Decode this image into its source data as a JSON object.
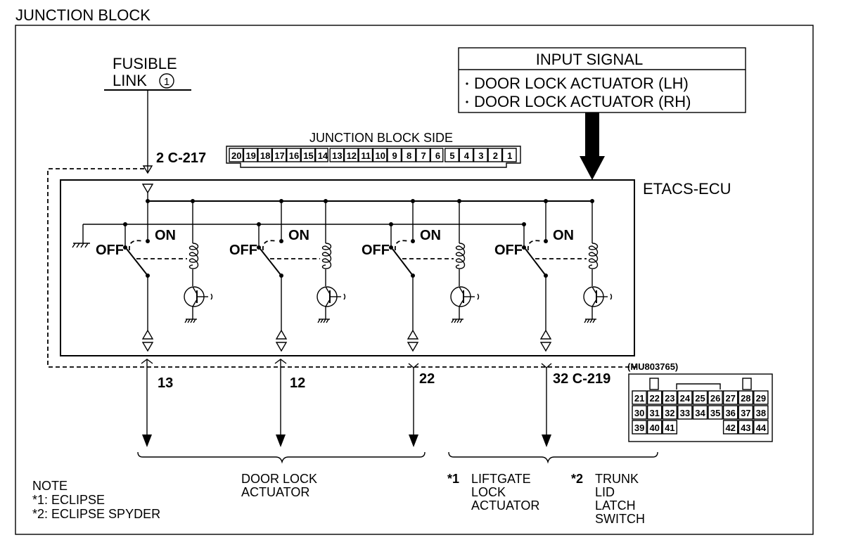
{
  "title": "JUNCTION BLOCK",
  "fusible_link": {
    "line1": "FUSIBLE",
    "line2": "LINK",
    "number": "1"
  },
  "input_signal": {
    "header": "INPUT SIGNAL",
    "items": [
      "DOOR LOCK ACTUATOR (LH)",
      "DOOR LOCK ACTUATOR (RH)"
    ]
  },
  "ecu_label": "ETACS-ECU",
  "connector_c217": {
    "label": "2 C-217",
    "side_label": "JUNCTION BLOCK SIDE",
    "pins": [
      "20",
      "19",
      "18",
      "17",
      "16",
      "15",
      "14",
      "13",
      "12",
      "11",
      "10",
      "9",
      "8",
      "7",
      "6",
      "5",
      "4",
      "3",
      "2",
      "1"
    ]
  },
  "connector_c219": {
    "label": "32 C-219",
    "part_no": "(MU803765)",
    "rows": [
      [
        "21",
        "22",
        "23",
        "24",
        "25",
        "26",
        "27",
        "28",
        "29"
      ],
      [
        "30",
        "31",
        "32",
        "33",
        "34",
        "35",
        "36",
        "37",
        "38"
      ],
      [
        "39",
        "40",
        "41",
        "",
        "",
        "",
        "42",
        "43",
        "44"
      ]
    ]
  },
  "switch_labels": {
    "off": "OFF",
    "on": "ON"
  },
  "terminals": [
    "13",
    "12",
    "22"
  ],
  "outputs": {
    "door_lock": [
      "DOOR LOCK",
      "ACTUATOR"
    ],
    "liftgate": {
      "mark": "*1",
      "lines": [
        "LIFTGATE",
        "LOCK",
        "ACTUATOR"
      ]
    },
    "trunk": {
      "mark": "*2",
      "lines": [
        "TRUNK",
        "LID",
        "LATCH",
        "SWITCH"
      ]
    }
  },
  "note": {
    "title": "NOTE",
    "lines": [
      "*1: ECLIPSE",
      "*2: ECLIPSE SPYDER"
    ]
  }
}
